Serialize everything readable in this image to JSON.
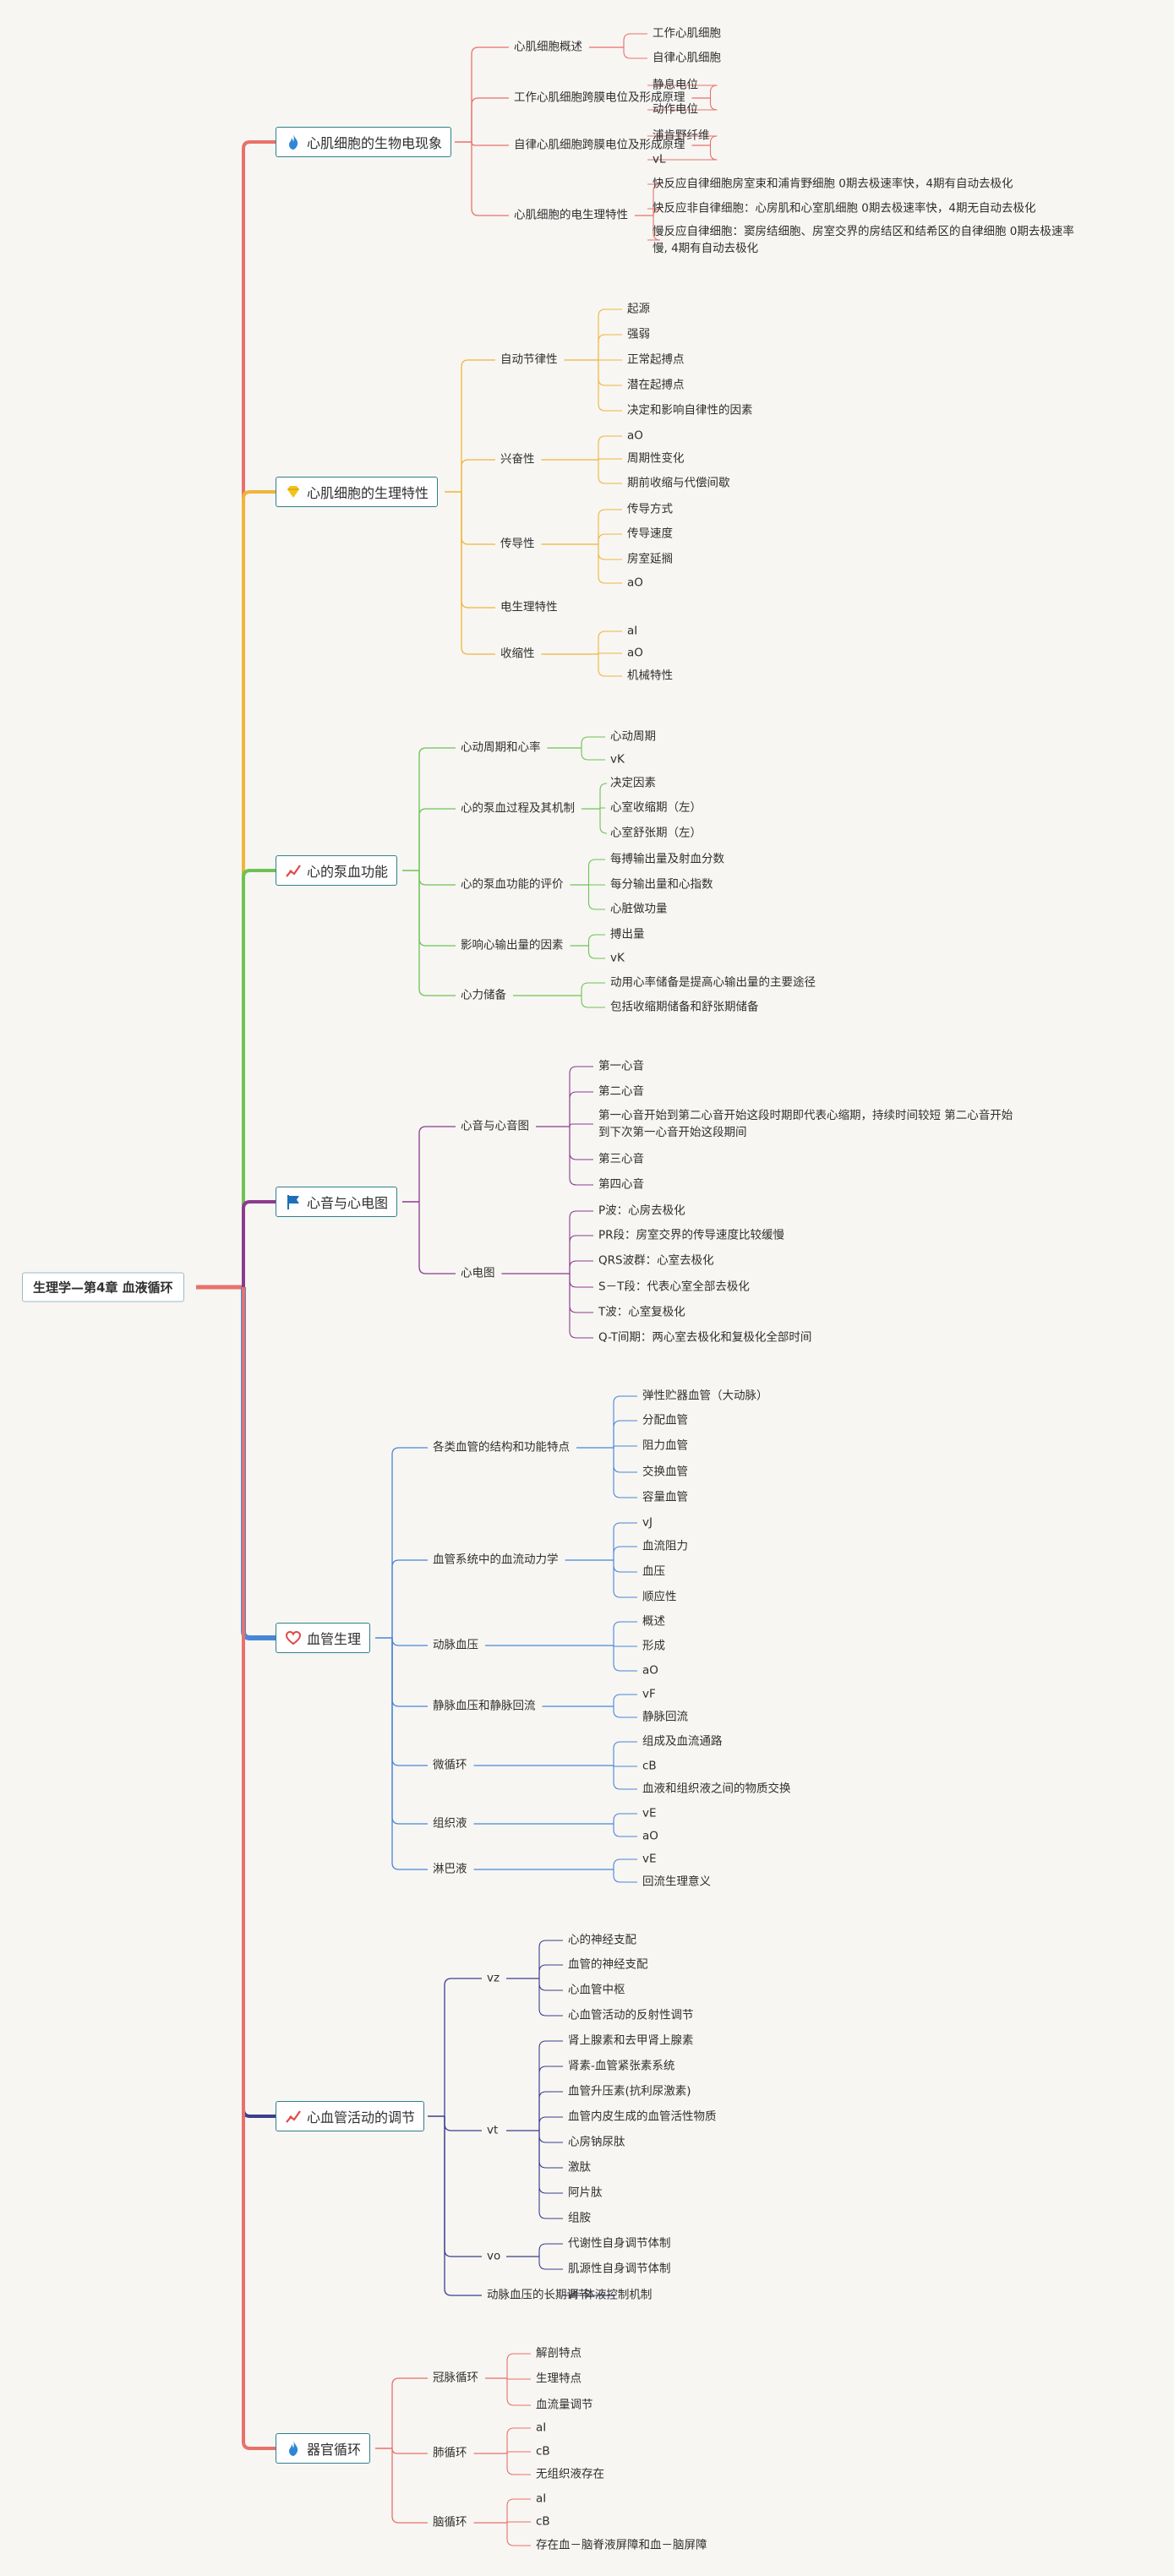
{
  "root": "生理学—第4章 血液循环",
  "colors": {
    "trunk": "#e8716a",
    "sections": [
      "#e8716a",
      "#f0b43b",
      "#6ec254",
      "#8c3a8e",
      "#4a86d6",
      "#3b3f8c",
      "#e8716a"
    ]
  },
  "sections": [
    {
      "label": "心肌细胞的生物电现象",
      "icon": "flame-icon",
      "children": [
        {
          "label": "心肌细胞概述",
          "children": [
            {
              "label": "工作心肌细胞"
            },
            {
              "label": "自律心肌细胞"
            }
          ]
        },
        {
          "label": "工作心肌细胞跨膜电位及形成原理",
          "children": [
            {
              "label": "静息电位"
            },
            {
              "label": "动作电位"
            }
          ]
        },
        {
          "label": "自律心肌细胞跨膜电位及形成原理",
          "children": [
            {
              "label": "浦肯野纤维"
            },
            {
              "label": "vL"
            }
          ]
        },
        {
          "label": "心肌细胞的电生理特性",
          "children": [
            {
              "label": "快反应自律细胞房室束和浦肯野细胞 0期去极速率快，4期有自动去极化"
            },
            {
              "label": "快反应非自律细胞：心房肌和心室肌细胞 0期去极速率快，4期无自动去极化"
            },
            {
              "label": "慢反应自律细胞：窦房结细胞、房室交界的房结区和结希区的自律细胞 0期去极速率慢, 4期有自动去极化"
            }
          ]
        }
      ]
    },
    {
      "label": "心肌细胞的生理特性",
      "icon": "diamond-icon",
      "children": [
        {
          "label": "自动节律性",
          "children": [
            {
              "label": "起源"
            },
            {
              "label": "强弱"
            },
            {
              "label": "正常起搏点"
            },
            {
              "label": "潜在起搏点"
            },
            {
              "label": "决定和影响自律性的因素"
            }
          ]
        },
        {
          "label": "兴奋性",
          "children": [
            {
              "label": "aO"
            },
            {
              "label": "周期性变化"
            },
            {
              "label": "期前收缩与代偿间歇"
            }
          ]
        },
        {
          "label": "传导性",
          "children": [
            {
              "label": "传导方式"
            },
            {
              "label": "传导速度"
            },
            {
              "label": "房室延搁"
            },
            {
              "label": "aO"
            }
          ]
        },
        {
          "label": "电生理特性"
        },
        {
          "label": "收缩性",
          "children": [
            {
              "label": "aI"
            },
            {
              "label": "aO"
            },
            {
              "label": "机械特性"
            }
          ]
        }
      ]
    },
    {
      "label": "心的泵血功能",
      "icon": "chart-icon",
      "children": [
        {
          "label": "心动周期和心率",
          "children": [
            {
              "label": "心动周期"
            },
            {
              "label": "vK"
            }
          ]
        },
        {
          "label": "心的泵血过程及其机制",
          "children": [
            {
              "label": "决定因素"
            },
            {
              "label": "心室收缩期（左）"
            },
            {
              "label": "心室舒张期（左）"
            }
          ]
        },
        {
          "label": "心的泵血功能的评价",
          "children": [
            {
              "label": "每搏输出量及射血分数"
            },
            {
              "label": "每分输出量和心指数"
            },
            {
              "label": "心脏做功量"
            }
          ]
        },
        {
          "label": "影响心输出量的因素",
          "children": [
            {
              "label": "搏出量"
            },
            {
              "label": "vK"
            }
          ]
        },
        {
          "label": "心力储备",
          "children": [
            {
              "label": "动用心率储备是提高心输出量的主要途径"
            },
            {
              "label": "包括收缩期储备和舒张期储备"
            }
          ]
        }
      ]
    },
    {
      "label": "心音与心电图",
      "icon": "flag-icon",
      "children": [
        {
          "label": "心音与心音图",
          "children": [
            {
              "label": "第一心音"
            },
            {
              "label": "第二心音"
            },
            {
              "label": "第一心音开始到第二心音开始这段时期即代表心缩期，持续时间较短 第二心音开始到下次第一心音开始这段期间"
            },
            {
              "label": "第三心音"
            },
            {
              "label": "第四心音"
            }
          ]
        },
        {
          "label": "心电图",
          "children": [
            {
              "label": "P波：心房去极化"
            },
            {
              "label": "PR段：房室交界的传导速度比较缓慢"
            },
            {
              "label": "QRS波群：心室去极化"
            },
            {
              "label": "S－T段：代表心室全部去极化"
            },
            {
              "label": "T波：心室复极化"
            },
            {
              "label": "Q-T间期：两心室去极化和复极化全部时间"
            }
          ]
        }
      ]
    },
    {
      "label": "血管生理",
      "icon": "heart-icon",
      "children": [
        {
          "label": "各类血管的结构和功能特点",
          "children": [
            {
              "label": "弹性贮器血管（大动脉）"
            },
            {
              "label": "分配血管"
            },
            {
              "label": "阻力血管"
            },
            {
              "label": "交换血管"
            },
            {
              "label": "容量血管"
            }
          ]
        },
        {
          "label": "血管系统中的血流动力学",
          "children": [
            {
              "label": "vJ"
            },
            {
              "label": "血流阻力"
            },
            {
              "label": "血压"
            },
            {
              "label": "顺应性"
            }
          ]
        },
        {
          "label": "动脉血压",
          "children": [
            {
              "label": "概述"
            },
            {
              "label": "形成"
            },
            {
              "label": "aO"
            }
          ]
        },
        {
          "label": "静脉血压和静脉回流",
          "children": [
            {
              "label": "vF"
            },
            {
              "label": "静脉回流"
            }
          ]
        },
        {
          "label": "微循环",
          "children": [
            {
              "label": "组成及血流通路"
            },
            {
              "label": "cB"
            },
            {
              "label": "血液和组织液之间的物质交换"
            }
          ]
        },
        {
          "label": "组织液",
          "children": [
            {
              "label": "vE"
            },
            {
              "label": "aO"
            }
          ]
        },
        {
          "label": "淋巴液",
          "children": [
            {
              "label": "vE"
            },
            {
              "label": "回流生理意义"
            }
          ]
        }
      ]
    },
    {
      "label": "心血管活动的调节",
      "icon": "chart-icon",
      "children": [
        {
          "label": "vz",
          "children": [
            {
              "label": "心的神经支配"
            },
            {
              "label": "血管的神经支配"
            },
            {
              "label": "心血管中枢"
            },
            {
              "label": "心血管活动的反射性调节"
            }
          ]
        },
        {
          "label": "vt",
          "children": [
            {
              "label": "肾上腺素和去甲肾上腺素"
            },
            {
              "label": "肾素-血管紧张素系统"
            },
            {
              "label": "血管升压素(抗利尿激素)"
            },
            {
              "label": "血管内皮生成的血管活性物质"
            },
            {
              "label": "心房钠尿肽"
            },
            {
              "label": "激肽"
            },
            {
              "label": "阿片肽"
            },
            {
              "label": "组胺"
            }
          ]
        },
        {
          "label": "vo",
          "children": [
            {
              "label": "代谢性自身调节体制"
            },
            {
              "label": "肌源性自身调节体制"
            }
          ]
        },
        {
          "label": "动脉血压的长期调节",
          "children": [
            {
              "label": "肾-体液控制机制"
            }
          ]
        }
      ]
    },
    {
      "label": "器官循环",
      "icon": "flame-icon",
      "children": [
        {
          "label": "冠脉循环",
          "children": [
            {
              "label": "解剖特点"
            },
            {
              "label": "生理特点"
            },
            {
              "label": "血流量调节"
            }
          ]
        },
        {
          "label": "肺循环",
          "children": [
            {
              "label": "aI"
            },
            {
              "label": "cB"
            },
            {
              "label": "无组织液存在"
            }
          ]
        },
        {
          "label": "脑循环",
          "children": [
            {
              "label": "aI"
            },
            {
              "label": "cB"
            },
            {
              "label": "存在血－脑脊液屏障和血－脑屏障"
            }
          ]
        }
      ]
    }
  ]
}
